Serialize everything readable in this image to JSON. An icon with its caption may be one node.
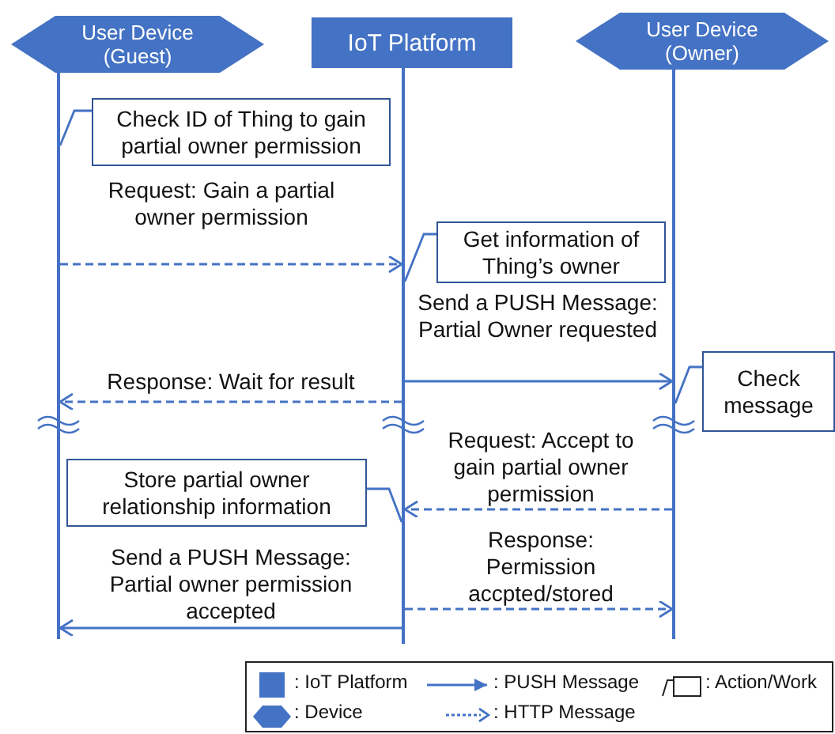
{
  "diagram": {
    "nodes": [
      {
        "text": [
          "User Device (Guest)"
        ]
      },
      {
        "text": [
          "IoT Platform"
        ]
      },
      {
        "text": [
          "User Device (Owner)"
        ]
      },
      {
        "text": [],
        "shape": "bar"
      },
      {
        "text": [],
        "shape": "bar"
      },
      {
        "text": [],
        "shape": "bar"
      },
      {
        "text": [
          "Check ID of Thing to gain partial owner permission"
        ]
      },
      {
        "text": [
          "Get information of Thing’s owner"
        ]
      },
      {
        "text": [
          "Check message"
        ]
      },
      {
        "text": [
          "Store partial owner relationship information"
        ]
      }
    ],
    "edges": [
      {
        "from": 6,
        "to": 3,
        "arrow": "none"
      },
      {
        "from": 3,
        "to": 4,
        "arrow": "to",
        "label": "Request: Gain a partial owner permission",
        "style": "dashed"
      },
      {
        "from": 7,
        "to": 4,
        "arrow": "none"
      },
      {
        "from": 4,
        "to": 5,
        "arrow": "to",
        "label": "Send a PUSH Message: Partial Owner requested"
      },
      {
        "from": 4,
        "to": 3,
        "arrow": "to",
        "label": "Response: Wait for result",
        "style": "dashed"
      },
      {
        "from": 8,
        "to": 5,
        "arrow": "none"
      },
      {
        "from": 5,
        "to": 4,
        "arrow": "to",
        "label": "Request: Accept to gain partial owner permission",
        "style": "dashed"
      },
      {
        "from": 9,
        "to": 4,
        "arrow": "none"
      },
      {
        "from": 4,
        "to": 5,
        "arrow": "to",
        "label": "Response: Permission accpted/stored",
        "style": "dashed"
      },
      {
        "from": 4,
        "to": 3,
        "arrow": "to",
        "label": "Send a PUSH Message: Partial owner permission accepted"
      }
    ],
    "legend": [
      {
        "text": ": IoT Platform",
        "color": "#4472c4"
      },
      {
        "text": ": PUSH Message"
      },
      {
        "text": ": Action/Work"
      },
      {
        "text": ": Device"
      },
      {
        "text": ": HTTP Message"
      }
    ]
  }
}
